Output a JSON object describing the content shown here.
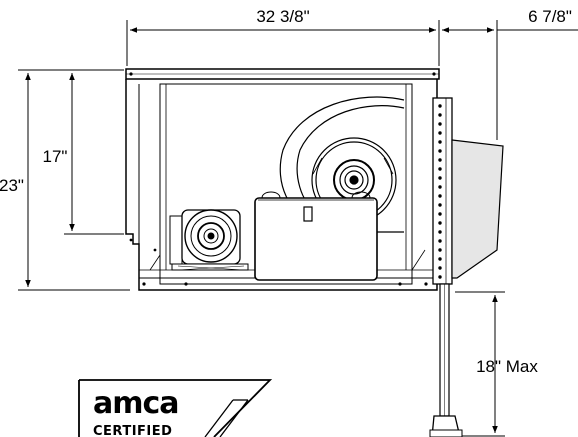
{
  "dimensions": {
    "width": "32 3/8\"",
    "extension": "6 7/8\"",
    "overall_height": "23\"",
    "inner_height": "17\"",
    "stand_height": "18\" Max"
  },
  "logo": {
    "word": "amca",
    "sub": "CERTIFIED"
  },
  "colors": {
    "line": "#000000",
    "background": "#ffffff",
    "shade": "#e6e6e6"
  }
}
